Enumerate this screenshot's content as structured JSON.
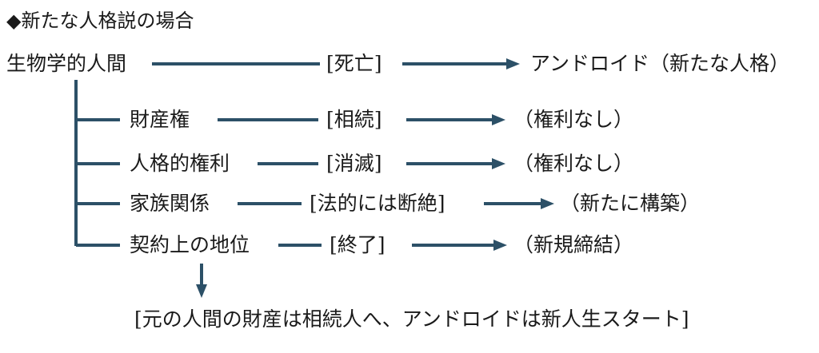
{
  "title": "◆新たな人格説の場合",
  "root": {
    "label": "生物学的人間",
    "event": "[死亡]",
    "result": "アンドロイド（新たな人格）"
  },
  "rows": [
    {
      "label": "財産権",
      "event": "[相続]",
      "result": "（権利なし）"
    },
    {
      "label": "人格的権利",
      "event": "[消滅]",
      "result": "（権利なし）"
    },
    {
      "label": "家族関係",
      "event": "[法的には断絶]",
      "result": "（新たに構築）"
    },
    {
      "label": "契約上の地位",
      "event": "[終了]",
      "result": "（新規締結）"
    }
  ],
  "note": "[元の人間の財産は相続人へ、アンドロイドは新人生スタート]",
  "colors": {
    "line": "#2c5067",
    "text": "#1a1a1a"
  }
}
